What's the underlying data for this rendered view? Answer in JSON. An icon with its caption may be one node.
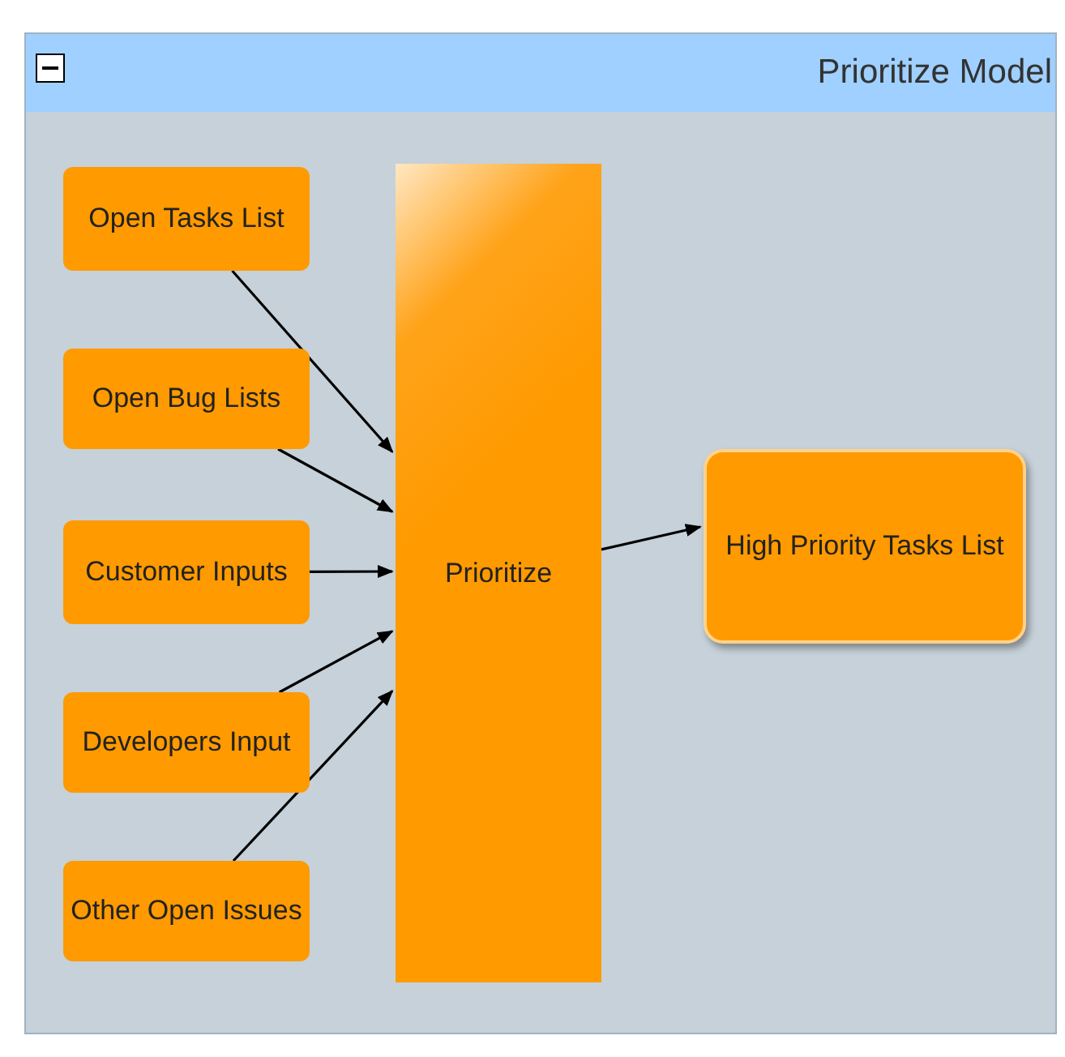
{
  "diagram": {
    "nodes": [
      {
        "text": [
          "Prioritize Model"
        ]
      },
      {
        "text": [
          "Open Tasks List"
        ],
        "in": 0
      },
      {
        "text": [
          "Open Bug Lists"
        ],
        "in": 0
      },
      {
        "text": [
          "Customer Inputs"
        ],
        "in": 0
      },
      {
        "text": [
          "Developers Input"
        ],
        "in": 0
      },
      {
        "text": [
          "Other Open Issues"
        ],
        "in": 0
      },
      {
        "text": [
          "Prioritize"
        ],
        "in": 0
      },
      {
        "text": [
          "High Priority Tasks List"
        ],
        "in": 0
      }
    ],
    "edges": [
      {
        "from": 1,
        "to": 6,
        "arrow": "to"
      },
      {
        "from": 2,
        "to": 6,
        "arrow": "to"
      },
      {
        "from": 3,
        "to": 6,
        "arrow": "to"
      },
      {
        "from": 4,
        "to": 6,
        "arrow": "to"
      },
      {
        "from": 5,
        "to": 6,
        "arrow": "to"
      },
      {
        "from": 6,
        "to": 7,
        "arrow": "to"
      }
    ]
  }
}
